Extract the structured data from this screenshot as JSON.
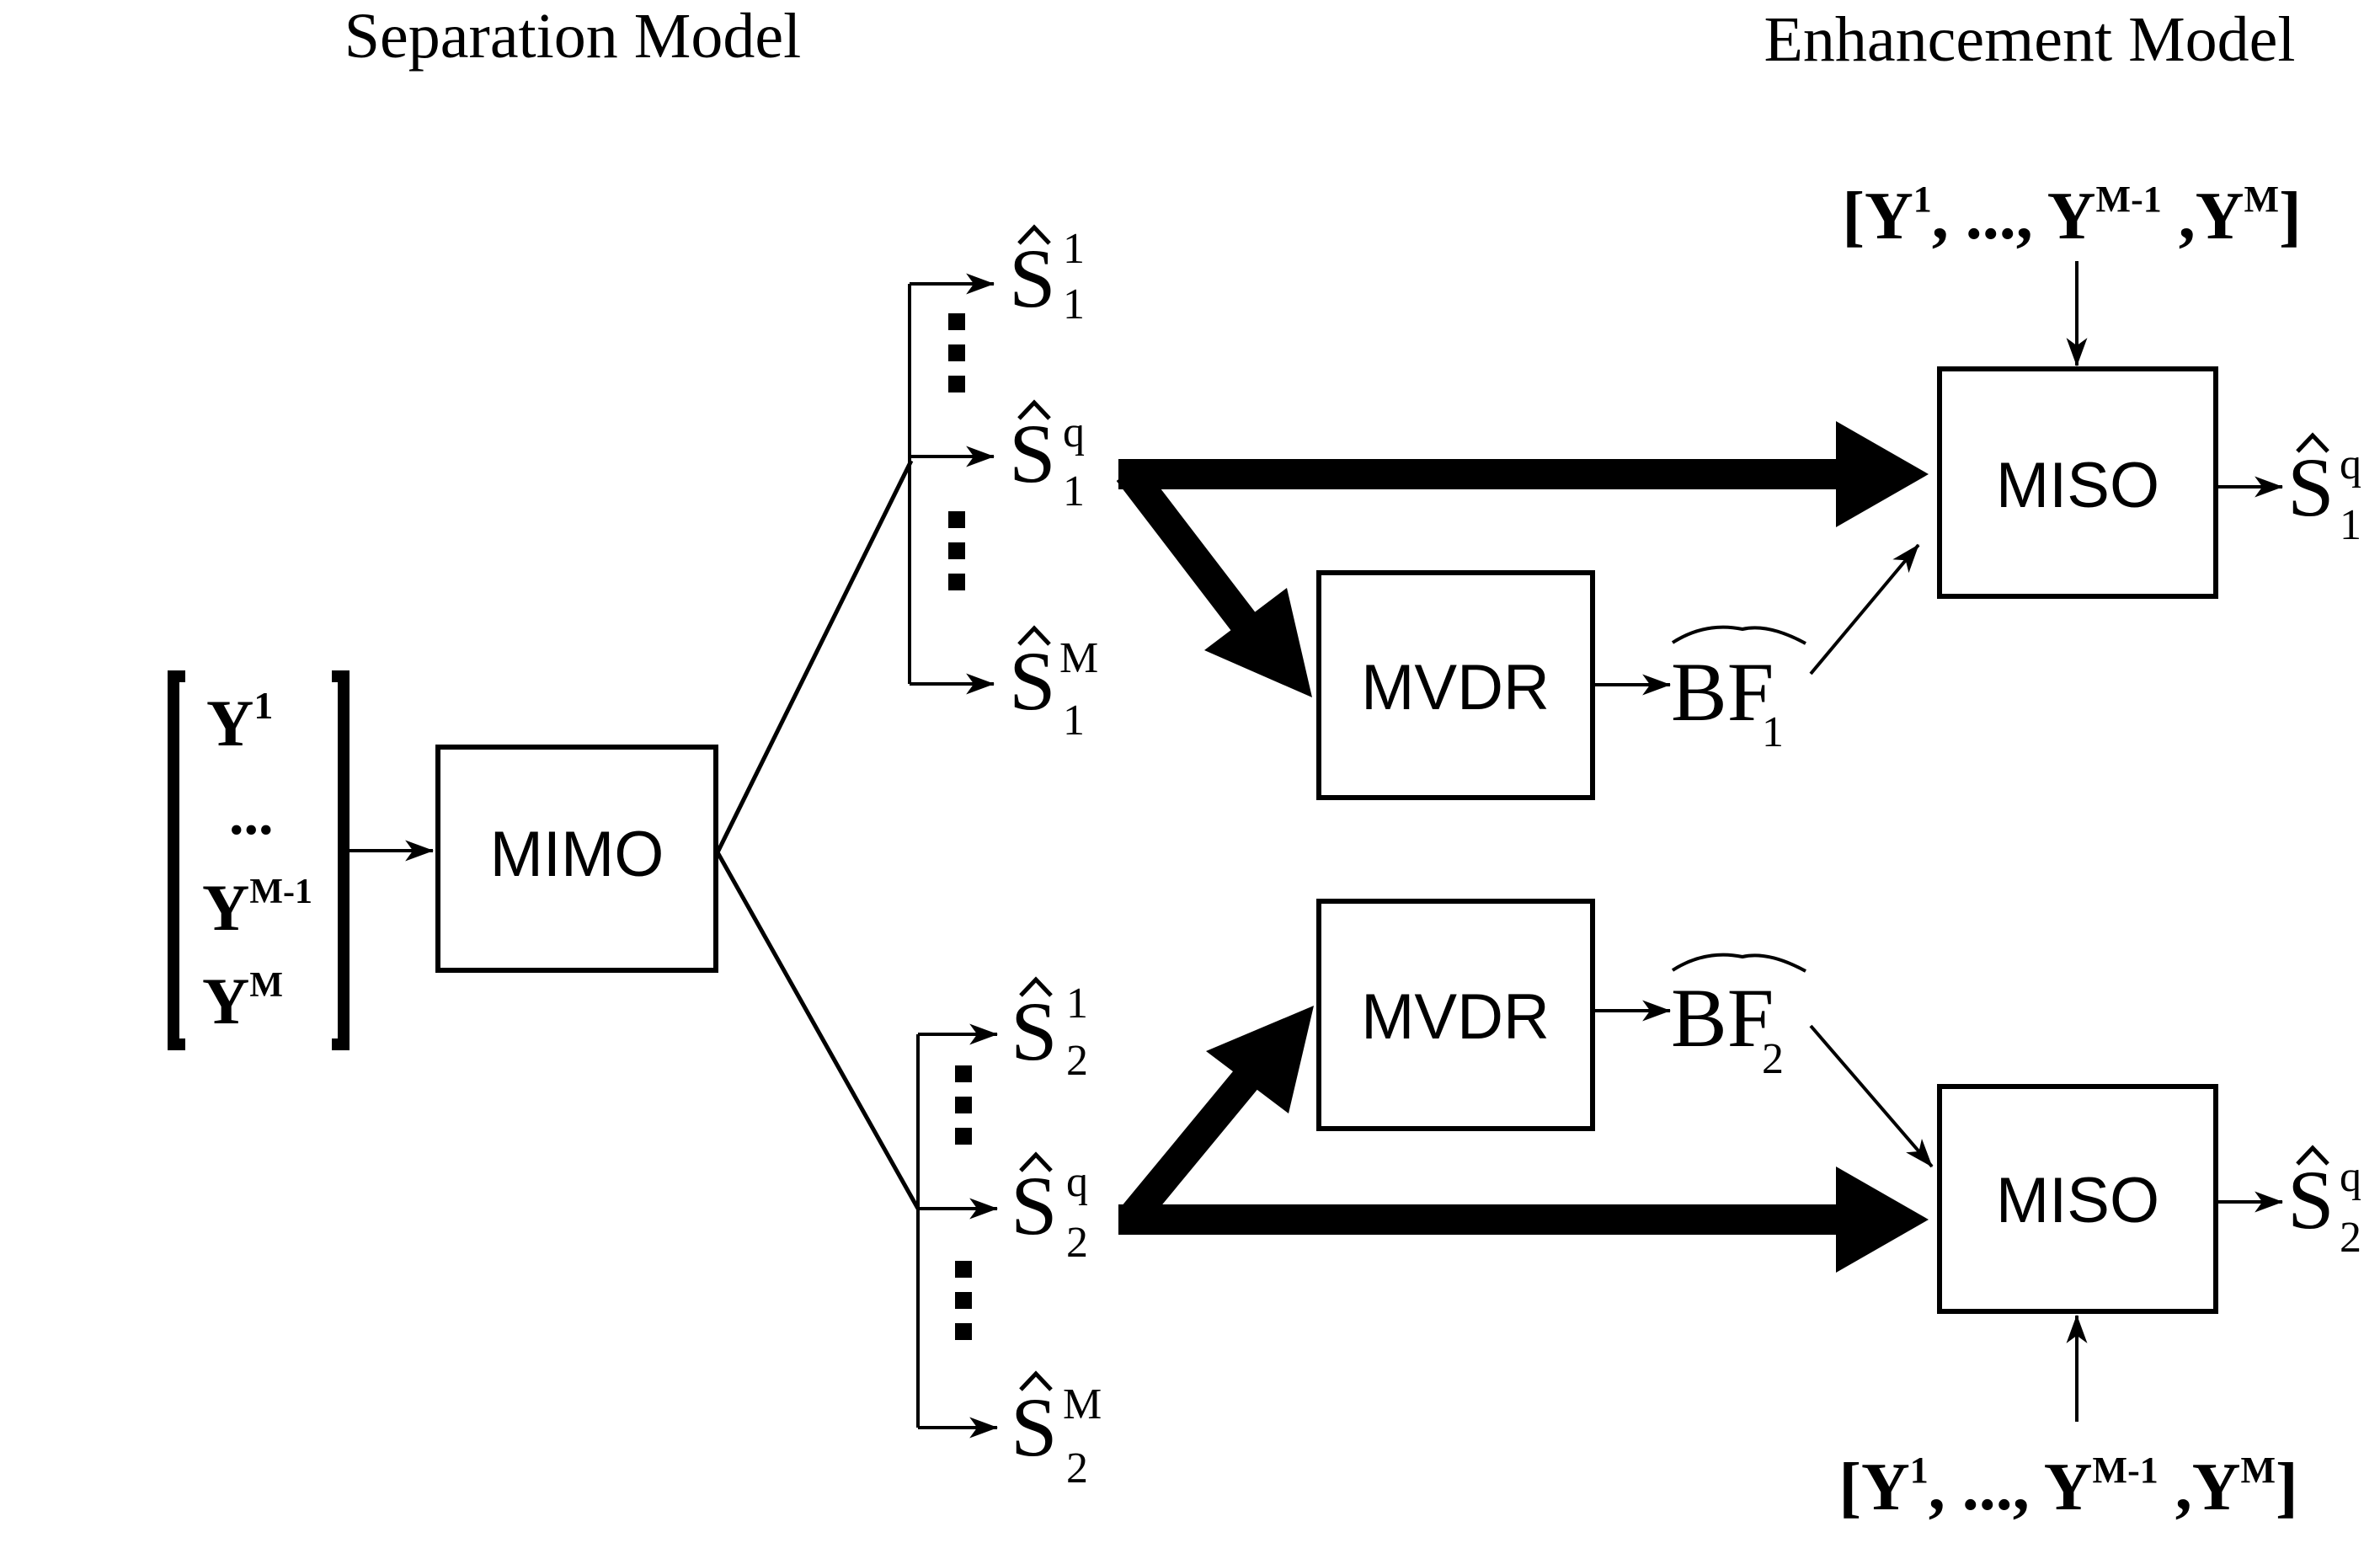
{
  "titles": {
    "separation": "Separation Model",
    "enhancement": "Enhancement Model"
  },
  "boxes": {
    "mimo": "MIMO",
    "mvdr": "MVDR",
    "miso": "MISO"
  },
  "input_vector": {
    "base": "Y",
    "sup1": "1",
    "ellipsis": "...",
    "supM1": "M-1",
    "supM": "M"
  },
  "mic_list": {
    "open": "[",
    "base": "Y",
    "sup1": "1",
    "sep1": ", ..., ",
    "supM1": "M-1",
    "sep2": " ,",
    "supM": "M",
    "close": "]"
  },
  "estimate": {
    "base": "S",
    "hat": "^",
    "sup_1": "1",
    "sup_q": "q",
    "sup_M": "M",
    "sub_1": "1",
    "sub_2": "2"
  },
  "beamformer": {
    "base": "BF",
    "sub_1": "1",
    "sub_2": "2"
  }
}
